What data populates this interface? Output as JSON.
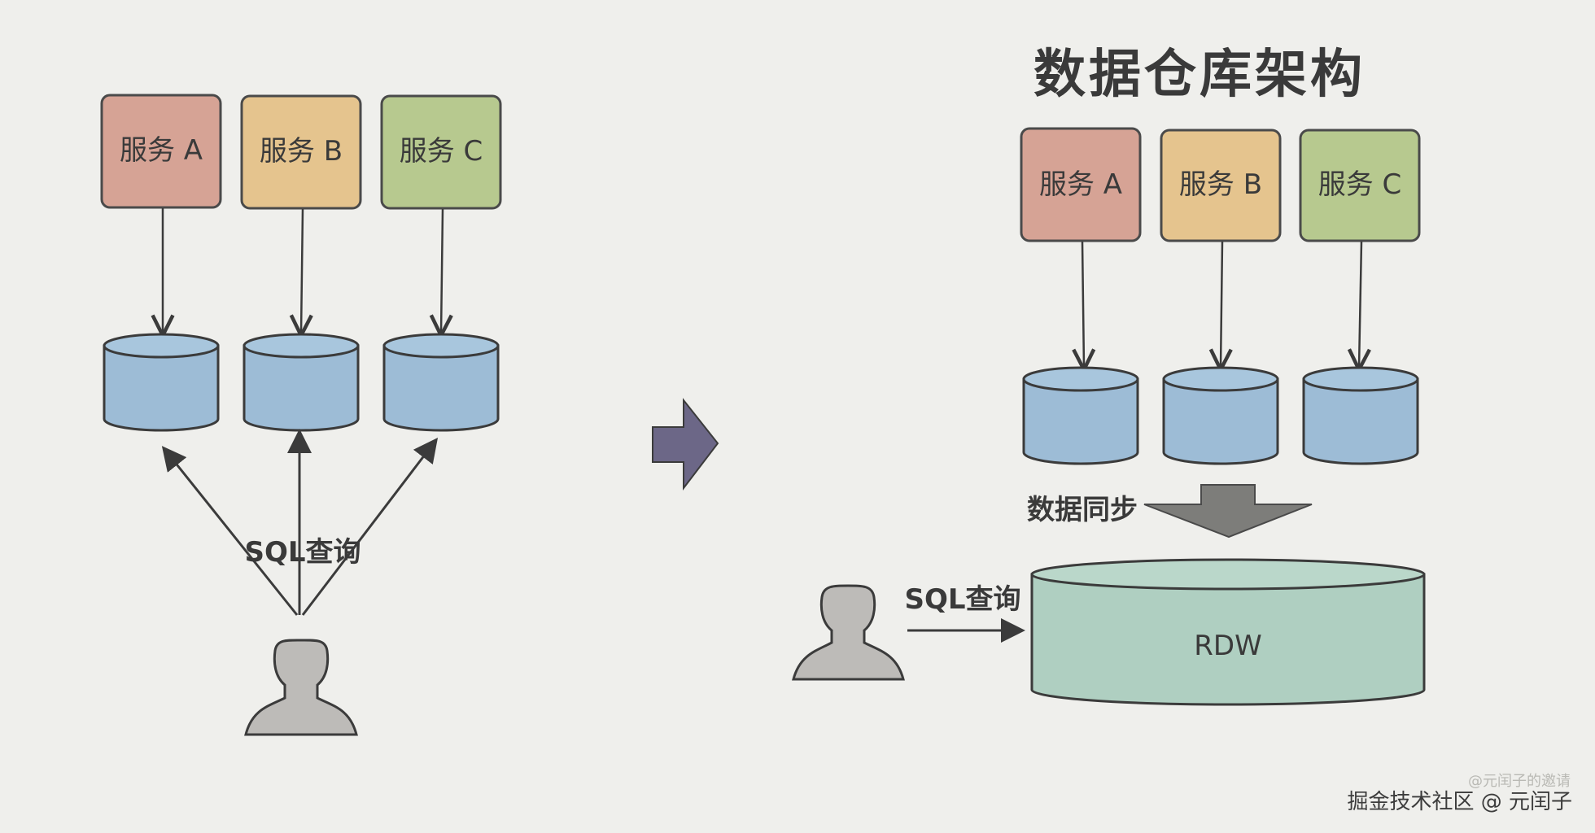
{
  "title": "数据仓库架构",
  "left": {
    "services": [
      "服务 A",
      "服务 B",
      "服务 C"
    ],
    "query_label": "SQL查询"
  },
  "right": {
    "services": [
      "服务 A",
      "服务 B",
      "服务 C"
    ],
    "sync_label": "数据同步",
    "query_label": "SQL查询",
    "warehouse_label": "RDW"
  },
  "watermark": "掘金技术社区 @ 元闰子",
  "watermark_faint": "@元闰子的邀请",
  "colors": {
    "service_a": "#d6a395",
    "service_b": "#e5c48e",
    "service_c": "#b7c98f",
    "database": "#9dbcd6",
    "warehouse": "#afcfc1",
    "transition_arrow": "#6c6787",
    "sync_arrow": "#7d7d7a",
    "person": "#bdbbb8"
  }
}
